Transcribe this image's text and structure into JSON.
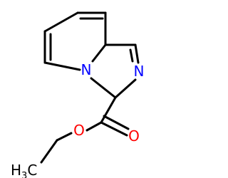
{
  "molecule": {
    "atoms": {
      "ring_nitrogen": {
        "symbol": "N",
        "color": "#0000ff"
      },
      "imine_nitrogen": {
        "symbol": "N",
        "color": "#0000ff"
      },
      "carbonyl_oxygen": {
        "symbol": "O",
        "color": "#ff0000"
      },
      "ester_oxygen": {
        "symbol": "O",
        "color": "#ff0000"
      },
      "methyl": {
        "symbol": "H",
        "subscript": "3",
        "suffix": "C",
        "color": "#000000"
      }
    }
  }
}
